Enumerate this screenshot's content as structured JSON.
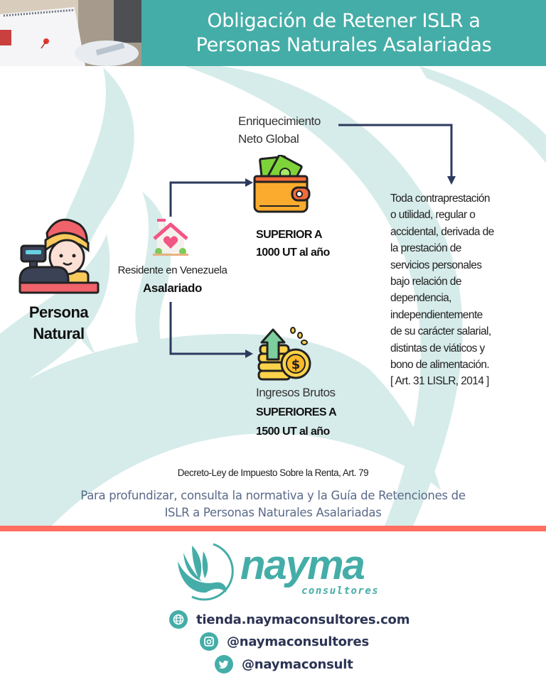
{
  "header": {
    "title_line1": "Obligación de Retener ISLR a",
    "title_line2": "Personas Naturales Asalariadas",
    "band_color": "#45ada7",
    "photo_icon": "calendar-photo"
  },
  "persona": {
    "icon": "cashier-person-icon",
    "label_line1": "Persona",
    "label_line2": "Natural"
  },
  "residente": {
    "icon": "house-heart-icon",
    "text": "Residente en Venezuela",
    "bold": "Asalariado"
  },
  "branch_top": {
    "caption_line1": "Enriquecimiento",
    "caption_line2": "Neto Global",
    "icon": "wallet-money-icon",
    "bold_line1": "SUPERIOR A",
    "bold_line2": "1000 UT al año"
  },
  "branch_bottom": {
    "icon": "coins-growth-icon",
    "caption": "Ingresos Brutos",
    "bold_line1": "SUPERIORES A",
    "bold_line2": "1500 UT al año"
  },
  "definition": {
    "lines": [
      "Toda contraprestación",
      "o utilidad, regular o",
      "accidental, derivada de",
      "la prestación de",
      "servicios personales",
      "bajo relación de",
      "dependencia,",
      "independientemente",
      "de su carácter salarial,",
      "distintas de viáticos y",
      "bono de alimentación.",
      "[ Art. 31 LISLR, 2014 ]"
    ]
  },
  "footer_note": {
    "decreto": "Decreto-Ley de Impuesto Sobre la Renta, Art. 79",
    "profundizar_line1": "Para profundizar, consulta la normativa y la Guía de Retenciones  de",
    "profundizar_line2": "ISLR a Personas Naturales Asalariadas"
  },
  "colors": {
    "teal": "#45ada7",
    "swoosh": "#d6ecea",
    "coral": "#ff6f61",
    "navy": "#2c3a5e"
  },
  "brand": {
    "name": "nayma",
    "sub": "consultores",
    "icon": "phoenix-logo-icon"
  },
  "contacts": [
    {
      "icon": "globe-icon",
      "text": "tienda.naymaconsultores.com"
    },
    {
      "icon": "instagram-icon",
      "text": "@naymaconsultores"
    },
    {
      "icon": "twitter-icon",
      "text": "@naymaconsult"
    }
  ]
}
